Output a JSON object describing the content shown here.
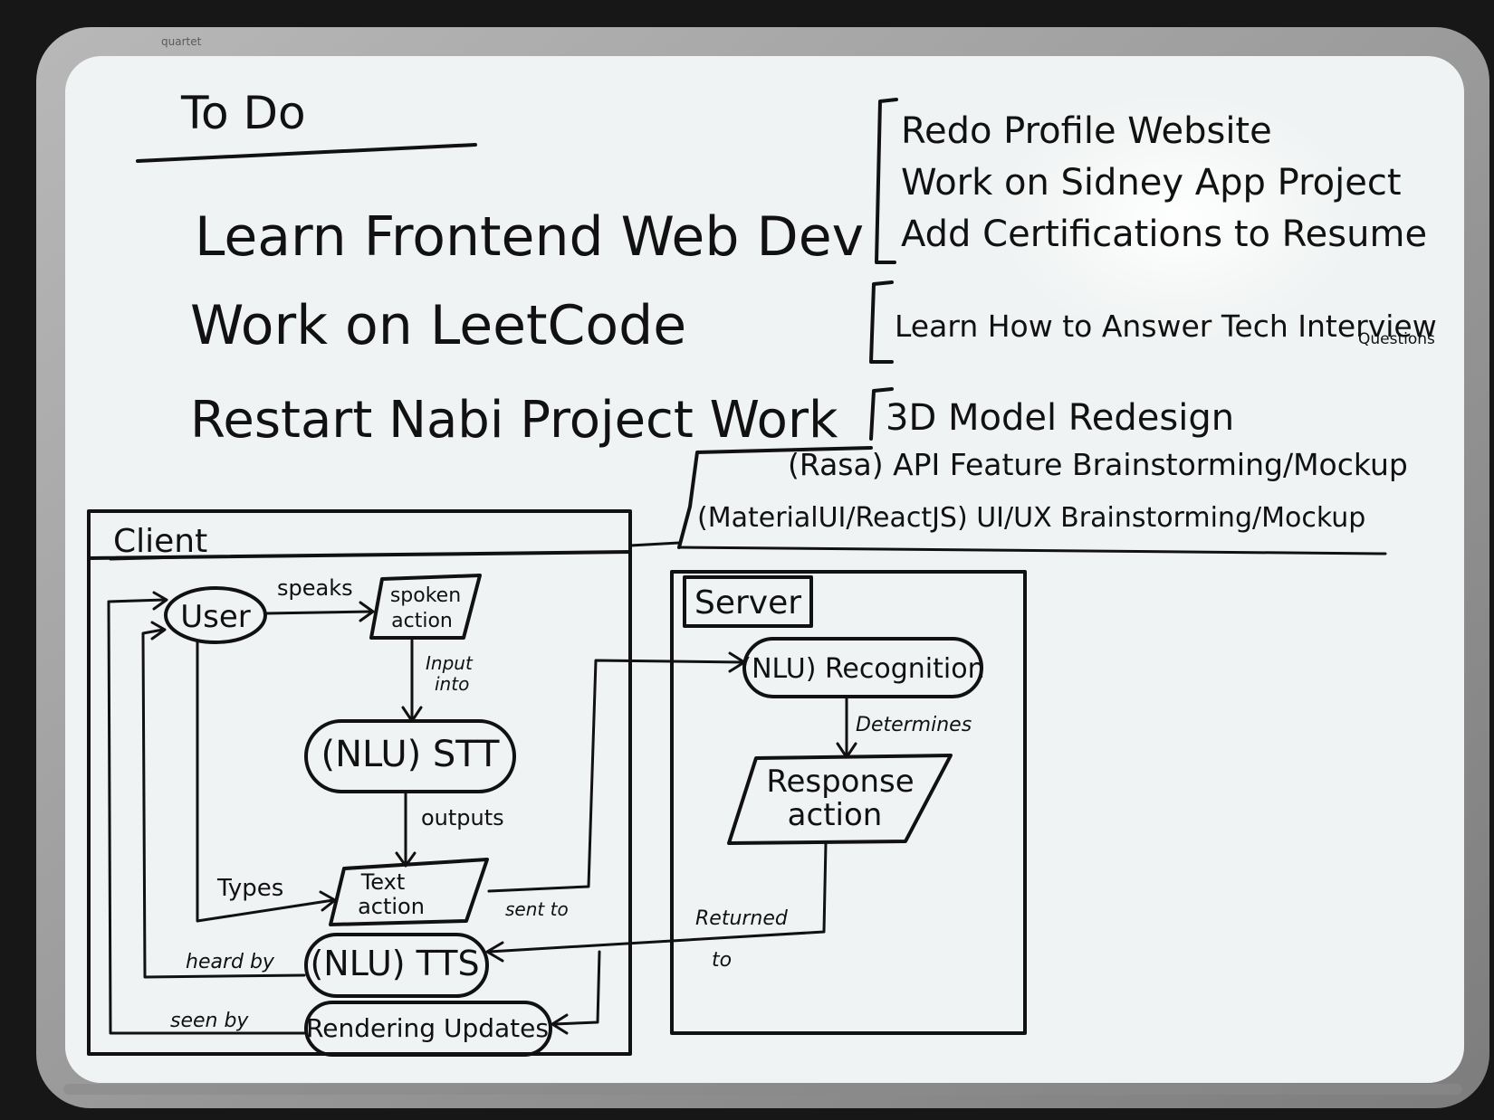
{
  "board": {
    "brand": "quartet",
    "colors": {
      "room": "#171717",
      "frame": "#9a9a9a",
      "surface": "#f4f6f6",
      "ink": "#111111"
    }
  },
  "todo": {
    "heading": "To Do",
    "items": [
      {
        "title": "Learn Frontend Web Dev",
        "subtasks": [
          "Redo Profile Website",
          "Work on Sidney App Project",
          "Add Certifications to Resume"
        ]
      },
      {
        "title": "Work on LeetCode",
        "subtasks": [
          "Learn How to Answer Tech Interview",
          "Questions"
        ]
      },
      {
        "title": "Restart Nabi Project Work",
        "subtasks": [
          "3D Model Redesign",
          "(Rasa) API Feature Brainstorming/Mockup",
          "(MaterialUI/ReactJS) UI/UX Brainstorming/Mockup"
        ]
      }
    ]
  },
  "diagram": {
    "client": {
      "label": "Client",
      "nodes": {
        "user": "User",
        "spoken_action": [
          "spoken",
          "action"
        ],
        "stt": "(NLU) STT",
        "text_action": [
          "Text",
          "action"
        ],
        "tts": "(NLU) TTS",
        "rendering": "Rendering Updates"
      },
      "edges": {
        "speaks": "speaks",
        "input_into": [
          "Input",
          "into"
        ],
        "outputs": "outputs",
        "types": "Types",
        "heard_by": "heard by",
        "seen_by": "seen by",
        "sent_to": "sent to"
      }
    },
    "server": {
      "label": "Server",
      "nodes": {
        "recognition": "(NLU) Recognition",
        "response": [
          "Response",
          "action"
        ]
      },
      "edges": {
        "determines": "Determines",
        "returned": "Returned",
        "returned_to": "to"
      }
    }
  }
}
